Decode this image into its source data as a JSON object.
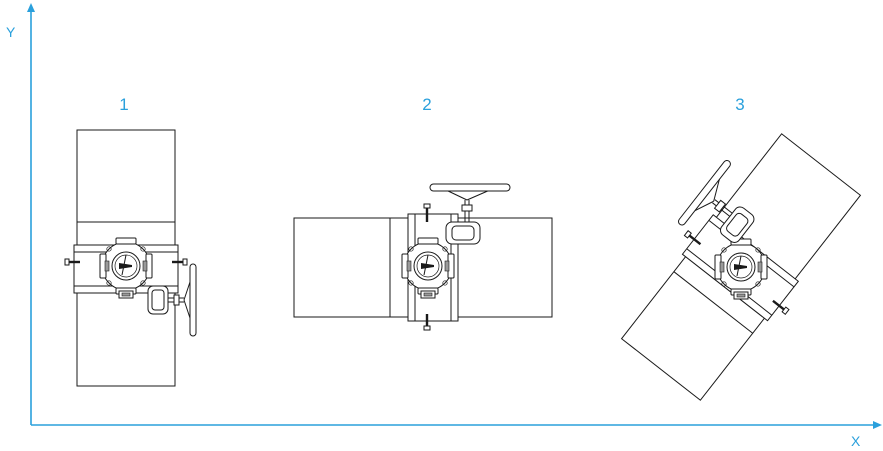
{
  "axes": {
    "x_label": "X",
    "y_label": "Y"
  },
  "positions": [
    {
      "label": "1"
    },
    {
      "label": "2"
    },
    {
      "label": "3"
    }
  ],
  "colors": {
    "accent": "#2aa0dc",
    "line": "#1a1a1a"
  }
}
